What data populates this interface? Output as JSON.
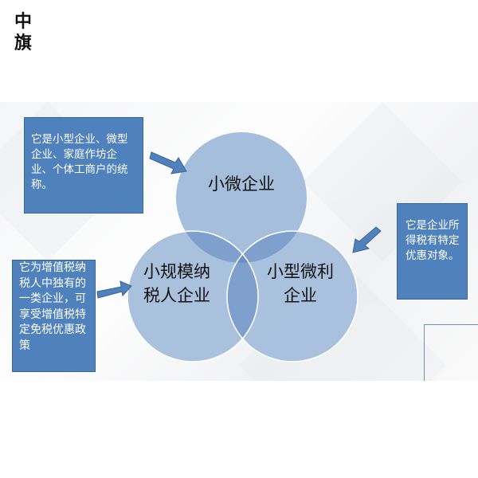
{
  "logo": "中旗",
  "circles": {
    "top": "小微企业",
    "left": "小规模纳税人企业",
    "right": "小型微利企业"
  },
  "boxes": {
    "top_left": "它是小型企业、微型企业、家庭作坊企业、个体工商户的统称。",
    "bottom_left": "它为增值税纳税人中独有的一类企业，可享受增值税特定免税优惠政策",
    "right": "它是企业所得税有特定优惠对象。"
  },
  "colors": {
    "box": "#4f81bd",
    "circle": "#a5bedc",
    "overlap": "#7fa0cc",
    "center": "#6a90c4"
  }
}
